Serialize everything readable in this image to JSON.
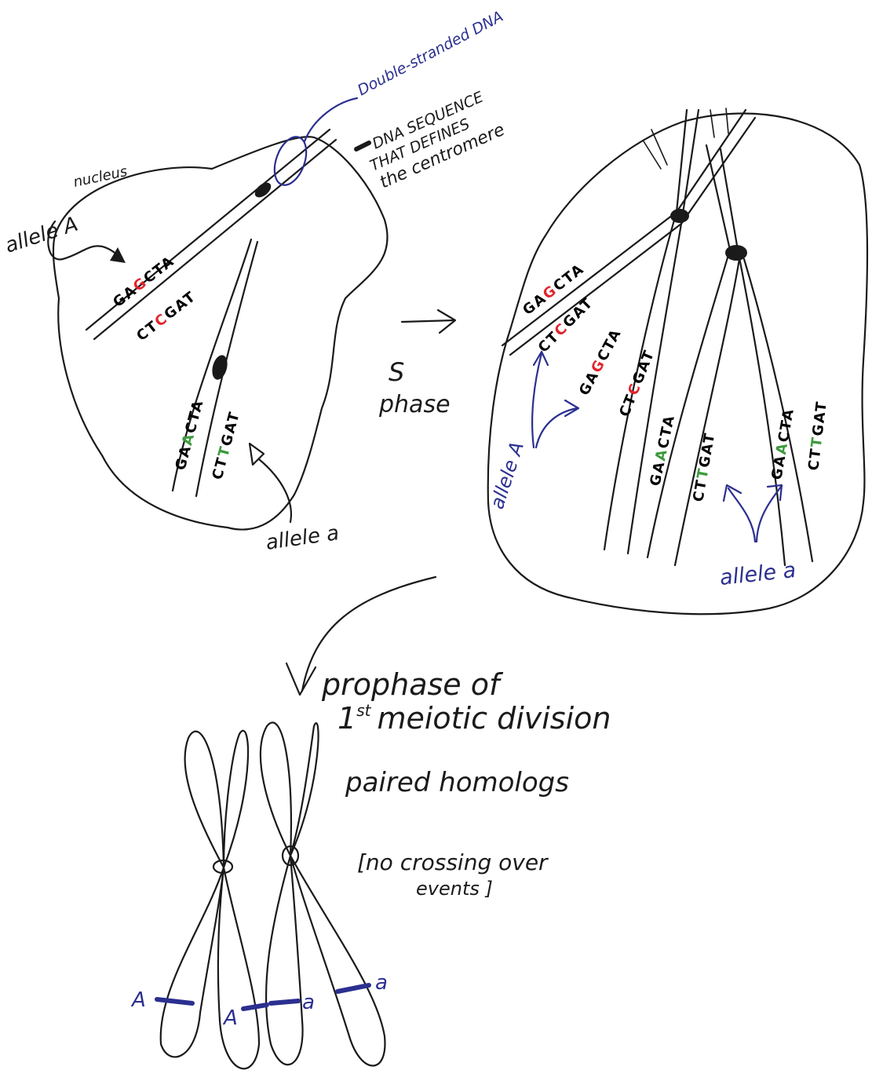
{
  "colors": {
    "ink": "#1a1a1a",
    "blue_ink": "#2b2f8f",
    "allele_A_base": "#e0242c",
    "allele_a_base": "#3c9a3c"
  },
  "labels": {
    "nucleus": "nucleus",
    "allele_A_top": "allele A",
    "allele_a_left": "allele a",
    "double_stranded": "Double-stranded DNA",
    "centromere_seq_1": "DNA SEQUENCE",
    "centromere_seq_2": "THAT DEFINES",
    "centromere_seq_3": "the centromere",
    "s": "S",
    "phase": "phase",
    "allele_A_right": "allele A",
    "allele_a_right": "allele a",
    "prophase_1": "prophase of",
    "prophase_2_sup": "st",
    "prophase_2_num": "1",
    "prophase_2": "meiotic division",
    "paired_homologs": "paired homologs",
    "no_crossing_1": "[no crossing over",
    "no_crossing_2": "events ]",
    "band_A1": "A",
    "band_A2": "A",
    "band_a1": "a",
    "band_a2": "a"
  },
  "sequences": {
    "left_top_1": {
      "pre": "GA",
      "mid": "G",
      "post": "CTA"
    },
    "left_top_2": {
      "pre": "CT",
      "mid": "C",
      "post": "GAT"
    },
    "left_bot_1": {
      "pre": "GA",
      "mid": "A",
      "post": "CTA"
    },
    "left_bot_2": {
      "pre": "CT",
      "mid": "T",
      "post": "GAT"
    },
    "right_1": {
      "pre": "GA",
      "mid": "G",
      "post": "CTA"
    },
    "right_2": {
      "pre": "CT",
      "mid": "C",
      "post": "GAT"
    },
    "right_3": {
      "pre": "GA",
      "mid": "G",
      "post": "CTA"
    },
    "right_4": {
      "pre": "CT",
      "mid": "C",
      "post": "GAT"
    },
    "right_5": {
      "pre": "GA",
      "mid": "A",
      "post": "CTA"
    },
    "right_6": {
      "pre": "CT",
      "mid": "T",
      "post": "GAT"
    },
    "right_7": {
      "pre": "GA",
      "mid": "A",
      "post": "CTA"
    },
    "right_8": {
      "pre": "CT",
      "mid": "T",
      "post": "GAT"
    }
  }
}
